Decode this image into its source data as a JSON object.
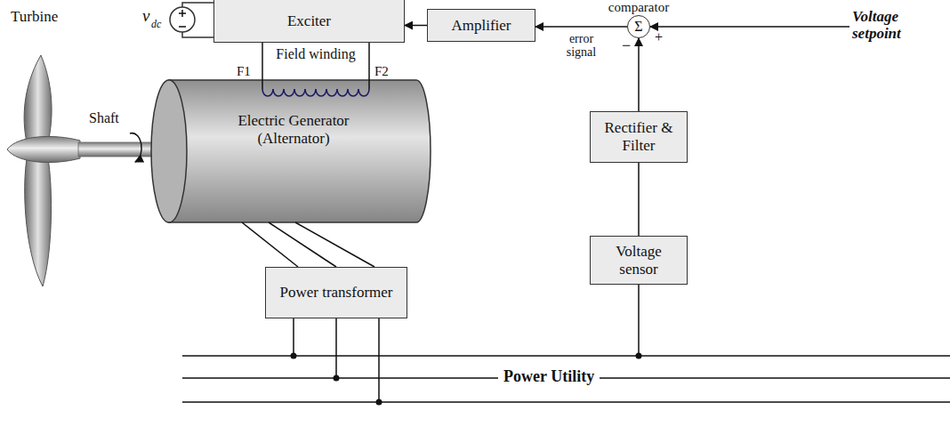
{
  "diagram": {
    "nodes": [
      {
        "text": [
          "Exciter"
        ]
      },
      {
        "text": [
          "Amplifier"
        ]
      },
      {
        "text": [
          "comparator",
          "Σ"
        ]
      },
      {
        "text": [
          "Electric Generator (Alternator)"
        ]
      },
      {
        "text": [
          "Rectifier & Filter"
        ]
      },
      {
        "text": [
          "Power transformer"
        ]
      },
      {
        "text": [
          "Voltage sensor"
        ]
      }
    ],
    "edges": [
      {
        "from": 1,
        "to": 0,
        "arrow": "to"
      },
      {
        "from": 2,
        "to": 1,
        "arrow": "to",
        "label": "error signal"
      },
      {
        "from": 4,
        "to": 2,
        "arrow": "to"
      },
      {
        "from": 6,
        "to": 4,
        "arrow": "none"
      },
      {
        "from": 0,
        "to": 3,
        "arrow": "none"
      },
      {
        "from": 3,
        "to": 5,
        "arrow": "none"
      }
    ],
    "labels": [
      "Turbine",
      "Shaft",
      "v",
      "dc",
      "Field winding",
      "F1",
      "F2",
      "+",
      "−",
      "Voltage setpoint",
      "Power Utility"
    ]
  }
}
